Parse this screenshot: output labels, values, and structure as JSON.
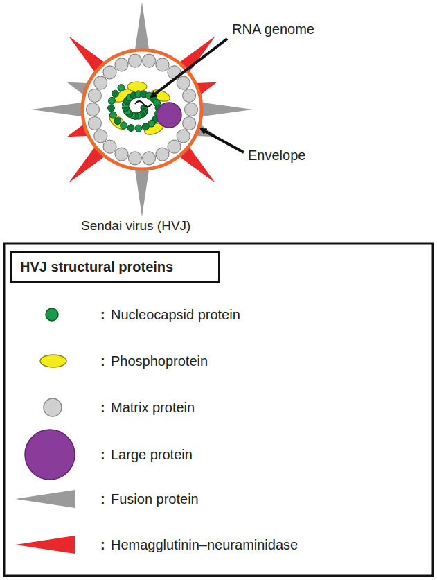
{
  "diagram": {
    "nodes": [
      {
        "text": [
          "HVJ structural proteins"
        ]
      }
    ],
    "labels": [
      "RNA genome",
      "Envelope",
      "Sendai virus (HVJ)",
      ":",
      ":",
      ":",
      ":",
      ":",
      ":"
    ],
    "legend": [
      {
        "text": "Nucleocapsid protein"
      },
      {
        "text": "Phosphoprotein"
      },
      {
        "text": "Matrix protein"
      },
      {
        "text": "Large protein"
      },
      {
        "text": "Fusion protein"
      },
      {
        "text": "Hemagglutinin–neuraminidase"
      }
    ]
  }
}
